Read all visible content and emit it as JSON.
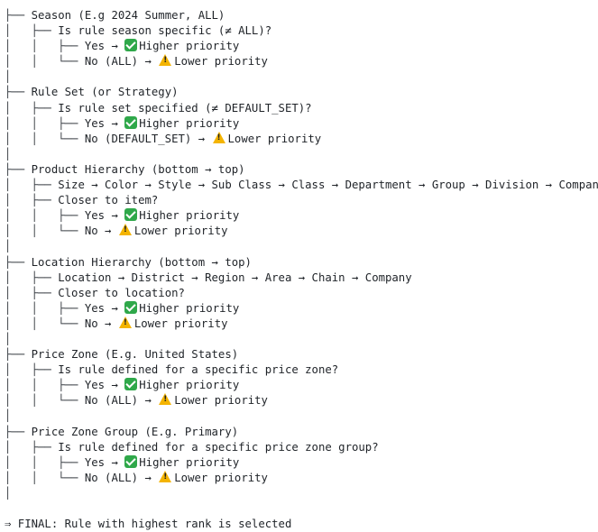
{
  "tree": {
    "lines": [
      {
        "guide": "├── ",
        "text": "Season (E.g 2024 Summer, ALL)"
      },
      {
        "guide": "│   ├── ",
        "text": "Is rule season specific (≠ ALL)?"
      },
      {
        "guide": "│   │   ├── ",
        "text": "Yes → ",
        "icon": "check-mark-icon",
        "after": "Higher priority"
      },
      {
        "guide": "│   │   └── ",
        "text": "No (ALL) → ",
        "icon": "warning-icon",
        "after": "Lower priority"
      },
      {
        "guide": "│",
        "text": ""
      },
      {
        "guide": "├── ",
        "text": "Rule Set (or Strategy)"
      },
      {
        "guide": "│   ├── ",
        "text": "Is rule set specified (≠ DEFAULT_SET)?"
      },
      {
        "guide": "│   │   ├── ",
        "text": "Yes → ",
        "icon": "check-mark-icon",
        "after": "Higher priority"
      },
      {
        "guide": "│   │   └── ",
        "text": "No (DEFAULT_SET) → ",
        "icon": "warning-icon",
        "after": "Lower priority"
      },
      {
        "guide": "│",
        "text": ""
      },
      {
        "guide": "├── ",
        "text": "Product Hierarchy (bottom → top)"
      },
      {
        "guide": "│   ├── ",
        "text": "Size → Color → Style → Sub Class → Class → Department → Group → Division → Company"
      },
      {
        "guide": "│   ├── ",
        "text": "Closer to item?"
      },
      {
        "guide": "│   │   ├── ",
        "text": "Yes → ",
        "icon": "check-mark-icon",
        "after": "Higher priority"
      },
      {
        "guide": "│   │   └── ",
        "text": "No → ",
        "icon": "warning-icon",
        "after": "Lower priority"
      },
      {
        "guide": "│",
        "text": ""
      },
      {
        "guide": "├── ",
        "text": "Location Hierarchy (bottom → top)"
      },
      {
        "guide": "│   ├── ",
        "text": "Location → District → Region → Area → Chain → Company"
      },
      {
        "guide": "│   ├── ",
        "text": "Closer to location?"
      },
      {
        "guide": "│   │   ├── ",
        "text": "Yes → ",
        "icon": "check-mark-icon",
        "after": "Higher priority"
      },
      {
        "guide": "│   │   └── ",
        "text": "No → ",
        "icon": "warning-icon",
        "after": "Lower priority"
      },
      {
        "guide": "│",
        "text": ""
      },
      {
        "guide": "├── ",
        "text": "Price Zone (E.g. United States)"
      },
      {
        "guide": "│   ├── ",
        "text": "Is rule defined for a specific price zone?"
      },
      {
        "guide": "│   │   ├── ",
        "text": "Yes → ",
        "icon": "check-mark-icon",
        "after": "Higher priority"
      },
      {
        "guide": "│   │   └── ",
        "text": "No (ALL) → ",
        "icon": "warning-icon",
        "after": "Lower priority"
      },
      {
        "guide": "│",
        "text": ""
      },
      {
        "guide": "├── ",
        "text": "Price Zone Group (E.g. Primary)"
      },
      {
        "guide": "│   ├── ",
        "text": "Is rule defined for a specific price zone group?"
      },
      {
        "guide": "│   │   ├── ",
        "text": "Yes → ",
        "icon": "check-mark-icon",
        "after": "Higher priority"
      },
      {
        "guide": "│   │   └── ",
        "text": "No (ALL) → ",
        "icon": "warning-icon",
        "after": "Lower priority"
      },
      {
        "guide": "│",
        "text": ""
      },
      {
        "guide": "",
        "text": ""
      },
      {
        "guide": "",
        "text": "⇒ FINAL: Rule with highest rank is selected"
      }
    ]
  }
}
